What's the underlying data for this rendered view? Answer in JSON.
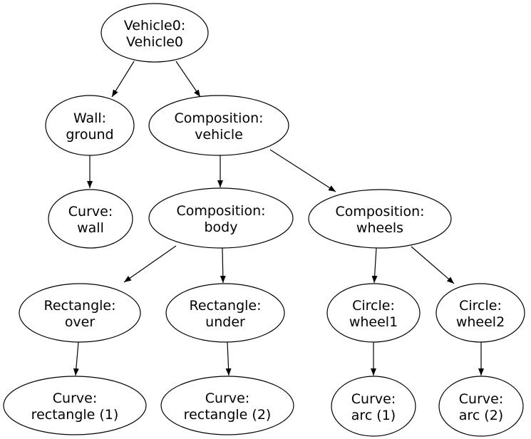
{
  "diagram": {
    "type": "tree-graph",
    "background_color": "#ffffff",
    "node_fill_color": "#ffffff",
    "node_stroke_color": "#000000",
    "edge_color": "#000000",
    "text_color": "#000000"
  },
  "nodes": [
    {
      "id": "vehicle0",
      "line1": "Vehicle0:",
      "line2": "Vehicle0"
    },
    {
      "id": "wall_ground",
      "line1": "Wall:",
      "line2": "ground"
    },
    {
      "id": "composition_vehicle",
      "line1": "Composition:",
      "line2": "vehicle"
    },
    {
      "id": "curve_wall",
      "line1": "Curve:",
      "line2": "wall"
    },
    {
      "id": "composition_body",
      "line1": "Composition:",
      "line2": "body"
    },
    {
      "id": "composition_wheels",
      "line1": "Composition:",
      "line2": "wheels"
    },
    {
      "id": "rectangle_over",
      "line1": "Rectangle:",
      "line2": "over"
    },
    {
      "id": "rectangle_under",
      "line1": "Rectangle:",
      "line2": "under"
    },
    {
      "id": "circle_wheel1",
      "line1": "Circle:",
      "line2": "wheel1"
    },
    {
      "id": "circle_wheel2",
      "line1": "Circle:",
      "line2": "wheel2"
    },
    {
      "id": "curve_rectangle_1",
      "line1": "Curve:",
      "line2": "rectangle (1)"
    },
    {
      "id": "curve_rectangle_2",
      "line1": "Curve:",
      "line2": "rectangle (2)"
    },
    {
      "id": "curve_arc_1",
      "line1": "Curve:",
      "line2": "arc (1)"
    },
    {
      "id": "curve_arc_2",
      "line1": "Curve:",
      "line2": "arc (2)"
    }
  ],
  "edges": [
    {
      "from": "vehicle0",
      "to": "wall_ground"
    },
    {
      "from": "vehicle0",
      "to": "composition_vehicle"
    },
    {
      "from": "wall_ground",
      "to": "curve_wall"
    },
    {
      "from": "composition_vehicle",
      "to": "composition_body"
    },
    {
      "from": "composition_vehicle",
      "to": "composition_wheels"
    },
    {
      "from": "composition_body",
      "to": "rectangle_over"
    },
    {
      "from": "composition_body",
      "to": "rectangle_under"
    },
    {
      "from": "composition_wheels",
      "to": "circle_wheel1"
    },
    {
      "from": "composition_wheels",
      "to": "circle_wheel2"
    },
    {
      "from": "rectangle_over",
      "to": "curve_rectangle_1"
    },
    {
      "from": "rectangle_under",
      "to": "curve_rectangle_2"
    },
    {
      "from": "circle_wheel1",
      "to": "curve_arc_1"
    },
    {
      "from": "circle_wheel2",
      "to": "curve_arc_2"
    }
  ]
}
